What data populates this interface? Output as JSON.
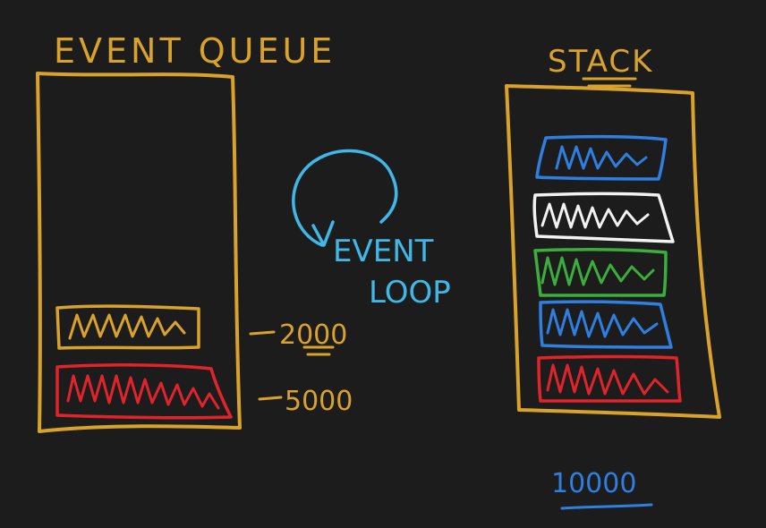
{
  "labels": {
    "event_queue": "EVENT QUEUE",
    "stack": "STACK",
    "event_loop_line1": "EVENT",
    "event_loop_line2": "LOOP",
    "timer_2000": "2000",
    "timer_5000": "5000",
    "stack_extra": "10000"
  },
  "colors": {
    "background": "#1c1c1c",
    "gold": "#d9a22b",
    "red": "#e0242c",
    "blue": "#2f7fe0",
    "white": "#f2f2f2",
    "green": "#3cae3c",
    "cyan": "#3fb8e8"
  },
  "event_queue": {
    "items": [
      {
        "color": "gold",
        "timer_label": "timer_2000"
      },
      {
        "color": "red",
        "timer_label": "timer_5000"
      }
    ]
  },
  "stack": {
    "frames": [
      {
        "color": "blue"
      },
      {
        "color": "white"
      },
      {
        "color": "green"
      },
      {
        "color": "blue"
      },
      {
        "color": "red"
      }
    ]
  },
  "icons": {
    "loop_arrow": "circular-arrow-icon"
  }
}
